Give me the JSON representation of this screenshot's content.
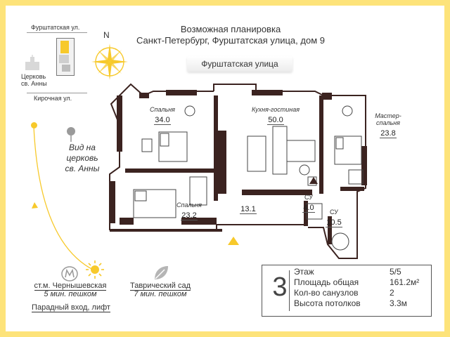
{
  "header": {
    "title_line1": "Возможная планировка",
    "title_line2": "Санкт-Петербург, Фурштатская улица, дом 9",
    "street_label": "Фурштатская улица"
  },
  "map": {
    "street_top": "Фурштатская ул.",
    "church_line1": "Церковь",
    "church_line2": "св. Анны",
    "street_bottom": "Кирочная ул."
  },
  "compass": {
    "north": "N"
  },
  "view": {
    "line1": "Вид на",
    "line2": "церковь",
    "line3": "св. Анны"
  },
  "rooms": [
    {
      "id": "bedroom-1",
      "name": "Спальня",
      "area": "34.0"
    },
    {
      "id": "kitchen-living",
      "name": "Кухня-гостиная",
      "area": "50.0"
    },
    {
      "id": "master-bedroom",
      "name_line1": "Мастер-",
      "name_line2": "спальня",
      "area": "23.8"
    },
    {
      "id": "bedroom-2",
      "name": "Спальня",
      "area": "23.2"
    },
    {
      "id": "hall",
      "area": "13.1"
    },
    {
      "id": "bath-1",
      "name": "СУ",
      "area": "4.0"
    },
    {
      "id": "bath-2",
      "name": "СУ",
      "area": "10.5"
    }
  ],
  "transport": {
    "metro_name": "ст.м. Чернышевская",
    "metro_time": "5 мин. пешком",
    "garden_name": "Таврический сад",
    "garden_time": "7 мин. пешком",
    "entrance": "Парадный вход, лифт"
  },
  "info": {
    "number": "3",
    "rows": [
      {
        "label": "Этаж",
        "value": "5/5"
      },
      {
        "label": "Площадь общая",
        "value": "161.2м²"
      },
      {
        "label": "Кол-во санузлов",
        "value": "2"
      },
      {
        "label": "Высота потолков",
        "value": "3.3м"
      }
    ]
  },
  "colors": {
    "frame": "#fde37a",
    "wall": "#3b2320",
    "accent": "#f7c92b",
    "text": "#333333"
  }
}
